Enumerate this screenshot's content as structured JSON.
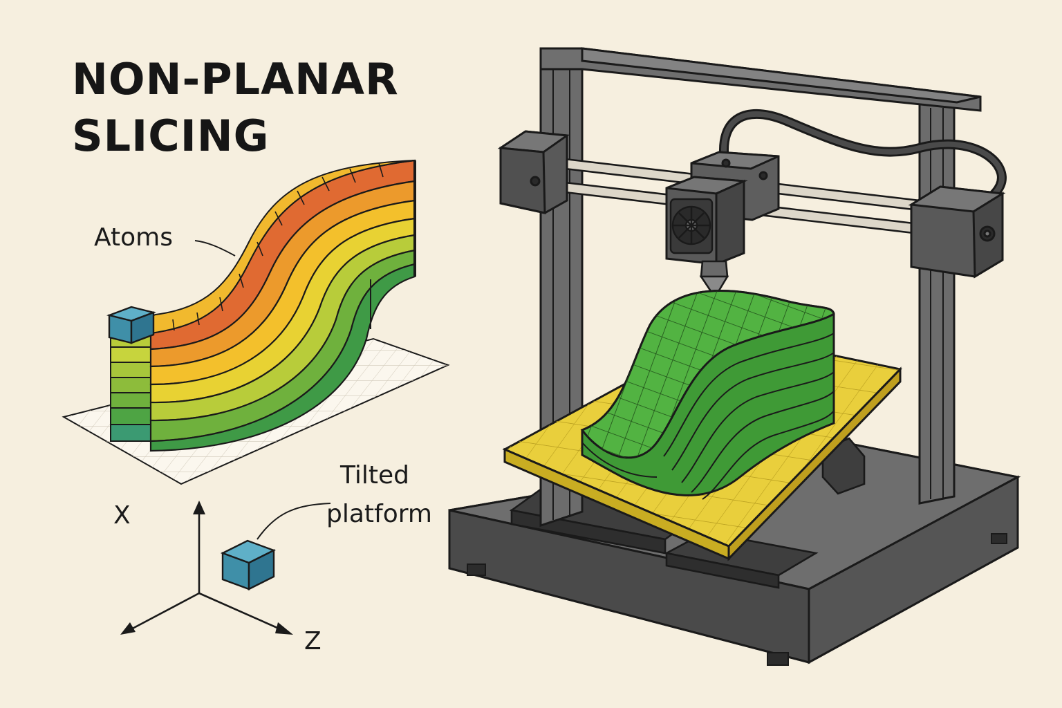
{
  "title": {
    "line1": "NON-PLANAR",
    "line2": "SLICING"
  },
  "labels": {
    "atoms": "Atoms",
    "tilted_line1": "Tilted",
    "tilted_line2": "platform",
    "axis_x": "X",
    "axis_z": "Z"
  },
  "colors": {
    "background": "#f6efdf",
    "outline": "#1a1a1a",
    "frame": "#5d5d5d",
    "frame_dark": "#3e3e3e",
    "bed": "#e9cf3c",
    "print_green": "#46a83a",
    "cube": "#3f8fa8",
    "layer_colors": [
      "#e06a32",
      "#ec9a2c",
      "#f3c02c",
      "#e8d233",
      "#b8cc3a",
      "#6fb13d",
      "#3f9a46"
    ]
  }
}
